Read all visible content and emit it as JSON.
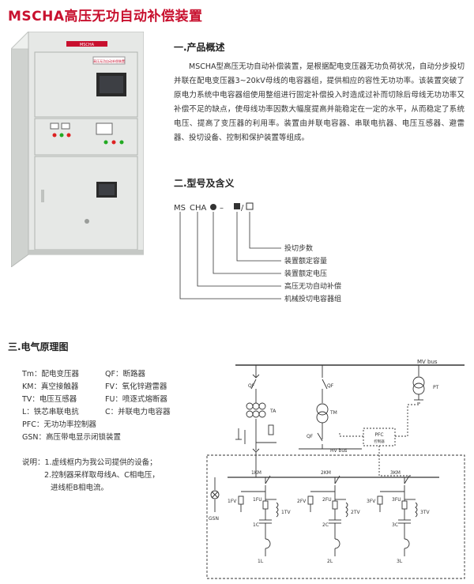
{
  "title": "MSCHA高压无功自动补偿装置",
  "cabinet": {
    "nameplate": "高压无功自动补偿装置",
    "brand_label": "MSCHA"
  },
  "section1": {
    "heading": "一.产品概述",
    "body": "MSCHA型高压无功自动补偿装置，是根据配电变压器无功负荷状况，自动分步投切并联在配电变压器3~20kV母线的电容器组，提供相应的容性无功功率。该装置突破了原电力系统中电容器组使用整组进行固定补偿投入时造成过补而切除后母线无功功率又补偿不足的缺点，使母线功率因数大幅度提高并能稳定在一定的水平，从而稳定了系统电压、提高了变压器的利用率。装置由并联电容器、串联电抗器、电压互感器、避雷器、投切设备、控制和保护装置等组成。"
  },
  "section2": {
    "heading": "二.型号及含义",
    "code_ms": "MS",
    "code_cha": "CHA",
    "code_dash": "–",
    "code_slash": "/",
    "meanings": [
      "投切步数",
      "装置额定容量",
      "装置额定电压",
      "高压无功自动补偿",
      "机械投切电容器组"
    ]
  },
  "section3": {
    "heading": "三.电气原理图",
    "legend": [
      [
        "Tm：配电变压器",
        "QF：断路器"
      ],
      [
        "KM：真空接触器",
        "FV：氧化锌避雷器"
      ],
      [
        "TV：电压互感器",
        "FU：喷逐式熔断器"
      ],
      [
        "L：铁芯串联电抗",
        "C：并联电力电容器"
      ],
      [
        "PFC：无功功率控制器",
        ""
      ],
      [
        "GSN：高压带电显示闭锁装置",
        ""
      ]
    ],
    "notes_label": "说明：",
    "notes": [
      "1.虚线框内为我公司提供的设备；",
      "2.控制器采样取母线A、C相电压，",
      "进线柜B相电流。"
    ]
  },
  "schematic": {
    "mv_bus": "MV bus",
    "hv_bus": "HV bus",
    "pt": "PT",
    "qf": "QF",
    "ta": "TA",
    "tm": "TM",
    "pfc": "PFC",
    "pfc_sub": "控制器",
    "gsn": "GSN",
    "branches": [
      {
        "km": "1KM",
        "fv": "1FV",
        "fu": "1FU",
        "c": "1C",
        "tv": "1TV",
        "l": "1L"
      },
      {
        "km": "2KM",
        "fv": "2FV",
        "fu": "2FU",
        "c": "2C",
        "tv": "2TV",
        "l": "2L"
      },
      {
        "km": "3KM",
        "fv": "3FV",
        "fu": "3FU",
        "c": "3C",
        "tv": "3TV",
        "l": "3L"
      }
    ]
  },
  "colors": {
    "accent": "#c8102e",
    "cabinet_body": "#e6e8e6",
    "cabinet_nameplate": "#c8102e"
  }
}
